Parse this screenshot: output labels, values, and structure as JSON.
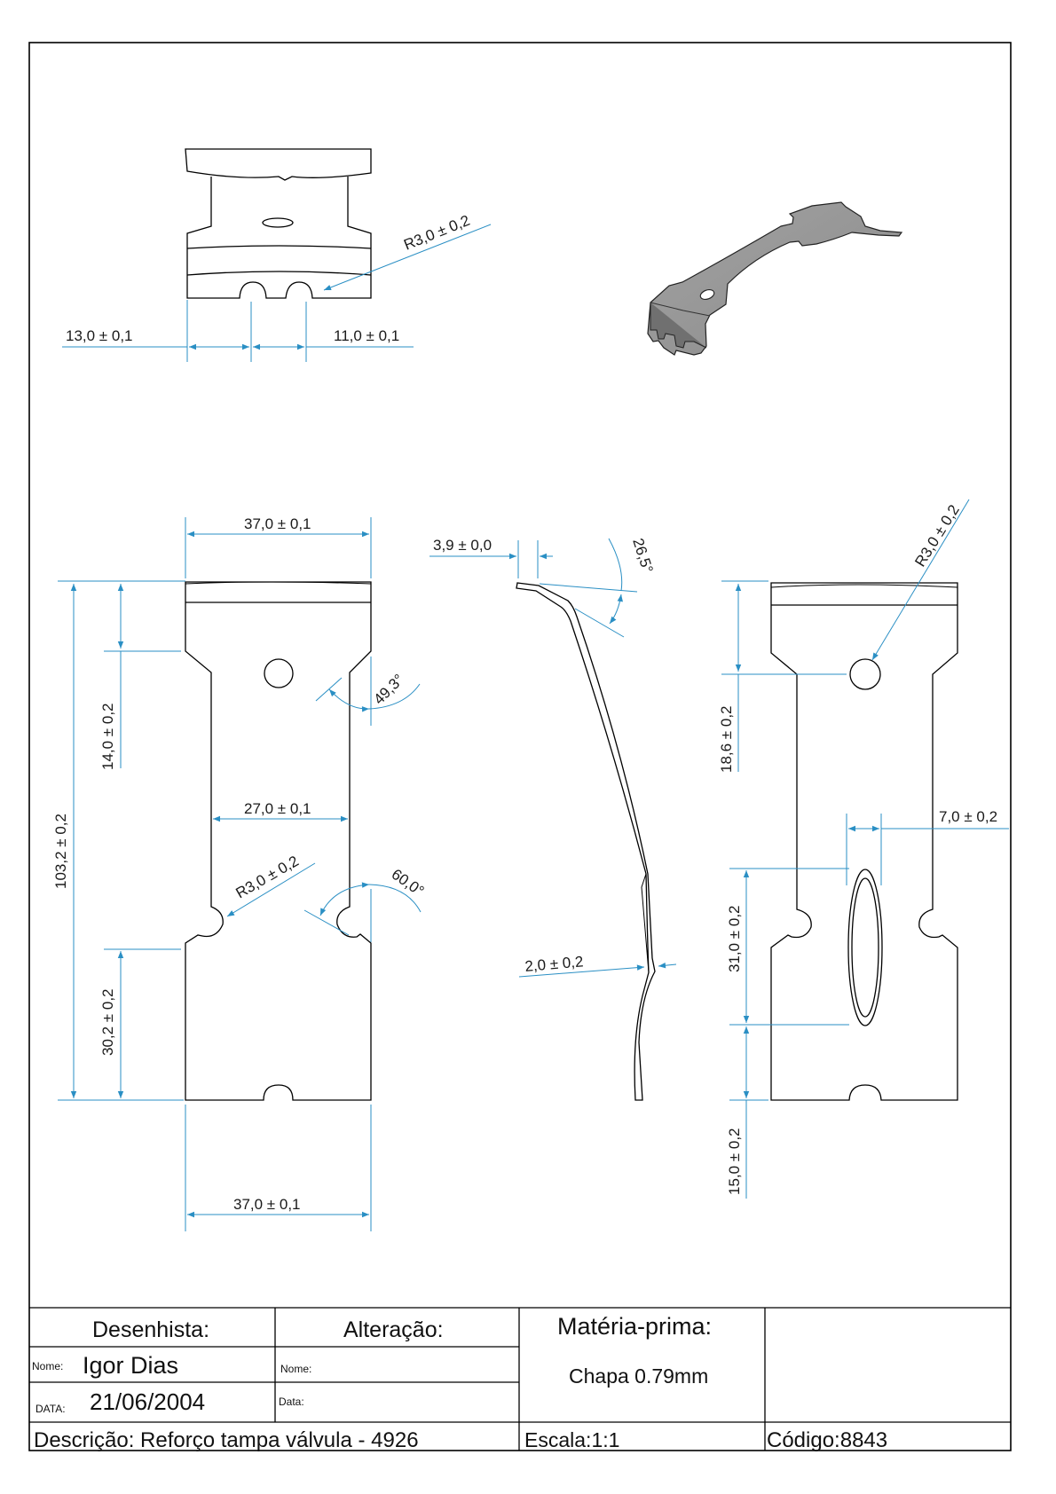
{
  "drawing": {
    "title_block": {
      "desenhista_label": "Desenhista:",
      "alteracao_label": "Alteração:",
      "nome_label": "Nome:",
      "nome_value": "Igor Dias",
      "data_label": "DATA:",
      "data_value": "21/06/2004",
      "alt_nome_label": "Nome:",
      "alt_data_label": "Data:",
      "materia_label": "Matéria-prima:",
      "materia_value": "Chapa 0.79mm",
      "descricao_label": "Descrição:",
      "descricao_value": "Reforço tampa válvula - 4926",
      "escala_label": "Escala:",
      "escala_value": "1:1",
      "codigo_label": "Código:",
      "codigo_value": "8843"
    },
    "colors": {
      "dimension": "#2a8fc4",
      "outline": "#000000",
      "iso_fill": "#8f8f8f"
    },
    "top_view": {
      "dim_left": "13,0 ± 0,1",
      "dim_right": "11,0 ± 0,1",
      "dim_radius": "R3,0 ± 0,2"
    },
    "front_view": {
      "width_top": "37,0 ± 0,1",
      "width_bottom": "37,0 ± 0,1",
      "width_middle": "27,0 ± 0,1",
      "height_total": "103,2 ± 0,2",
      "height_top": "14,0 ± 0,2",
      "height_bottom": "30,2 ± 0,2",
      "angle_top": "49,3°",
      "angle_notch": "60,0°",
      "radius_notch": "R3,0 ± 0,2"
    },
    "side_view": {
      "tip_length": "3,9 ± 0,0",
      "tip_angle": "26,5°",
      "thickness": "2,0 ± 0,2"
    },
    "back_view": {
      "radius_hole": "R3,0 ± 0,2",
      "height_hole": "18,6 ± 0,2",
      "slot_width": "7,0 ± 0,2",
      "slot_length": "31,0 ± 0,2",
      "bottom_offset": "15,0 ± 0,2"
    }
  }
}
